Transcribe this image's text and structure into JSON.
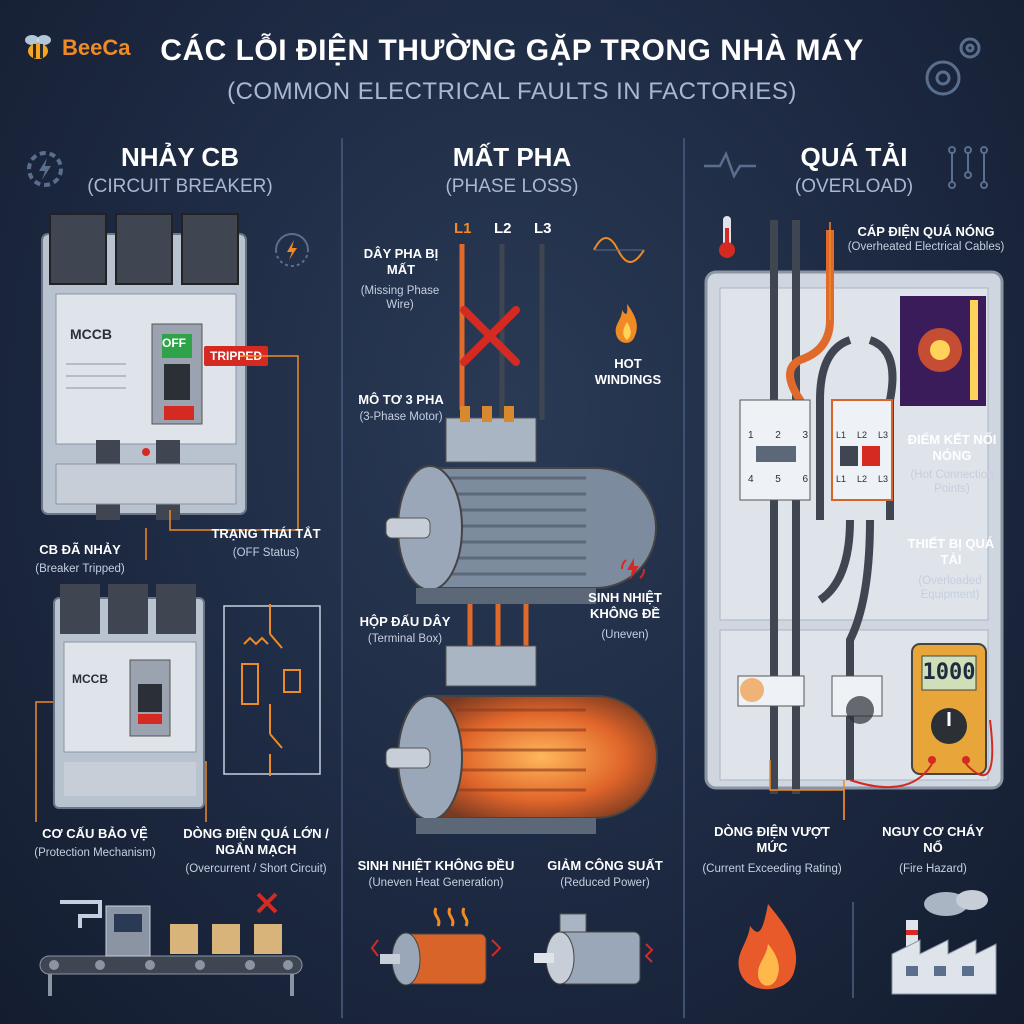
{
  "header": {
    "logo_text": "BeeCa",
    "title": "CÁC LỖI ĐIỆN THƯỜNG GẶP TRONG NHÀ MÁY",
    "subtitle": "(COMMON ELECTRICAL FAULTS IN FACTORIES)"
  },
  "sections": {
    "cb": {
      "title": "NHẢY CB",
      "subtitle": "(CIRCUIT BREAKER)",
      "device_label": "MCCB",
      "off_label": "OFF",
      "tripped_tag": "TRIPPED",
      "labels": {
        "off_status": "TRẠNG THÁI TẮT",
        "off_status_en": "(OFF Status)",
        "tripped": "CB ĐÃ NHẢY",
        "tripped_en": "(Breaker Tripped)",
        "protection": "CƠ CẤU BẢO VỆ",
        "protection_en": "(Protection Mechanism)",
        "overcurrent": "DÒNG ĐIỆN QUÁ LỚN / NGẮN MẠCH",
        "overcurrent_en": "(Overcurrent / Short Circuit)"
      }
    },
    "phase": {
      "title": "MẤT PHA",
      "subtitle": "(PHASE LOSS)",
      "wires": [
        "L1",
        "L2",
        "L3"
      ],
      "labels": {
        "missing": "DÂY PHA BỊ MẤT",
        "missing_en": "(Missing Phase Wire)",
        "motor": "MÔ TƠ 3 PHA",
        "motor_en": "(3-Phase Motor)",
        "hot_windings": "HOT WINDINGS",
        "terminal": "HỘP ĐẤU DÂY",
        "terminal_en": "(Terminal Box)",
        "uneven": "SINH NHIỆT KHÔNG ĐỀ",
        "uneven_en": "(Uneven)",
        "uneven_heat": "SINH NHIỆT KHÔNG ĐỀU",
        "uneven_heat_en": "(Uneven Heat Generation)",
        "reduced": "GIẢM CÔNG SUẤT",
        "reduced_en": "(Reduced Power)"
      }
    },
    "overload": {
      "title": "QUÁ TẢI",
      "subtitle": "(OVERLOAD)",
      "meter_value": "1000",
      "contactor_left": [
        "1",
        "2",
        "3",
        "4",
        "5",
        "6"
      ],
      "contactor_right": [
        "L1",
        "L2",
        "L3",
        "L1",
        "L2",
        "L3"
      ],
      "labels": {
        "hot_cables": "CÁP ĐIỆN QUÁ NÓNG",
        "hot_cables_en": "(Overheated Electrical Cables)",
        "hot_points": "ĐIỂM KẾT NỐI NÓNG",
        "hot_points_en": "(Hot Connection Points)",
        "overloaded": "THIẾT BỊ QUÁ TẢI",
        "overloaded_en": "(Overloaded Equipment)",
        "exceed": "DÒNG ĐIỆN VƯỢT MỨC",
        "exceed_en": "(Current Exceeding Rating)",
        "fire": "NGUY CƠ CHÁY NỔ",
        "fire_en": "(Fire Hazard)"
      }
    }
  },
  "colors": {
    "accent": "#f08a24",
    "danger": "#d42a22",
    "bg": "#1e2b40"
  }
}
